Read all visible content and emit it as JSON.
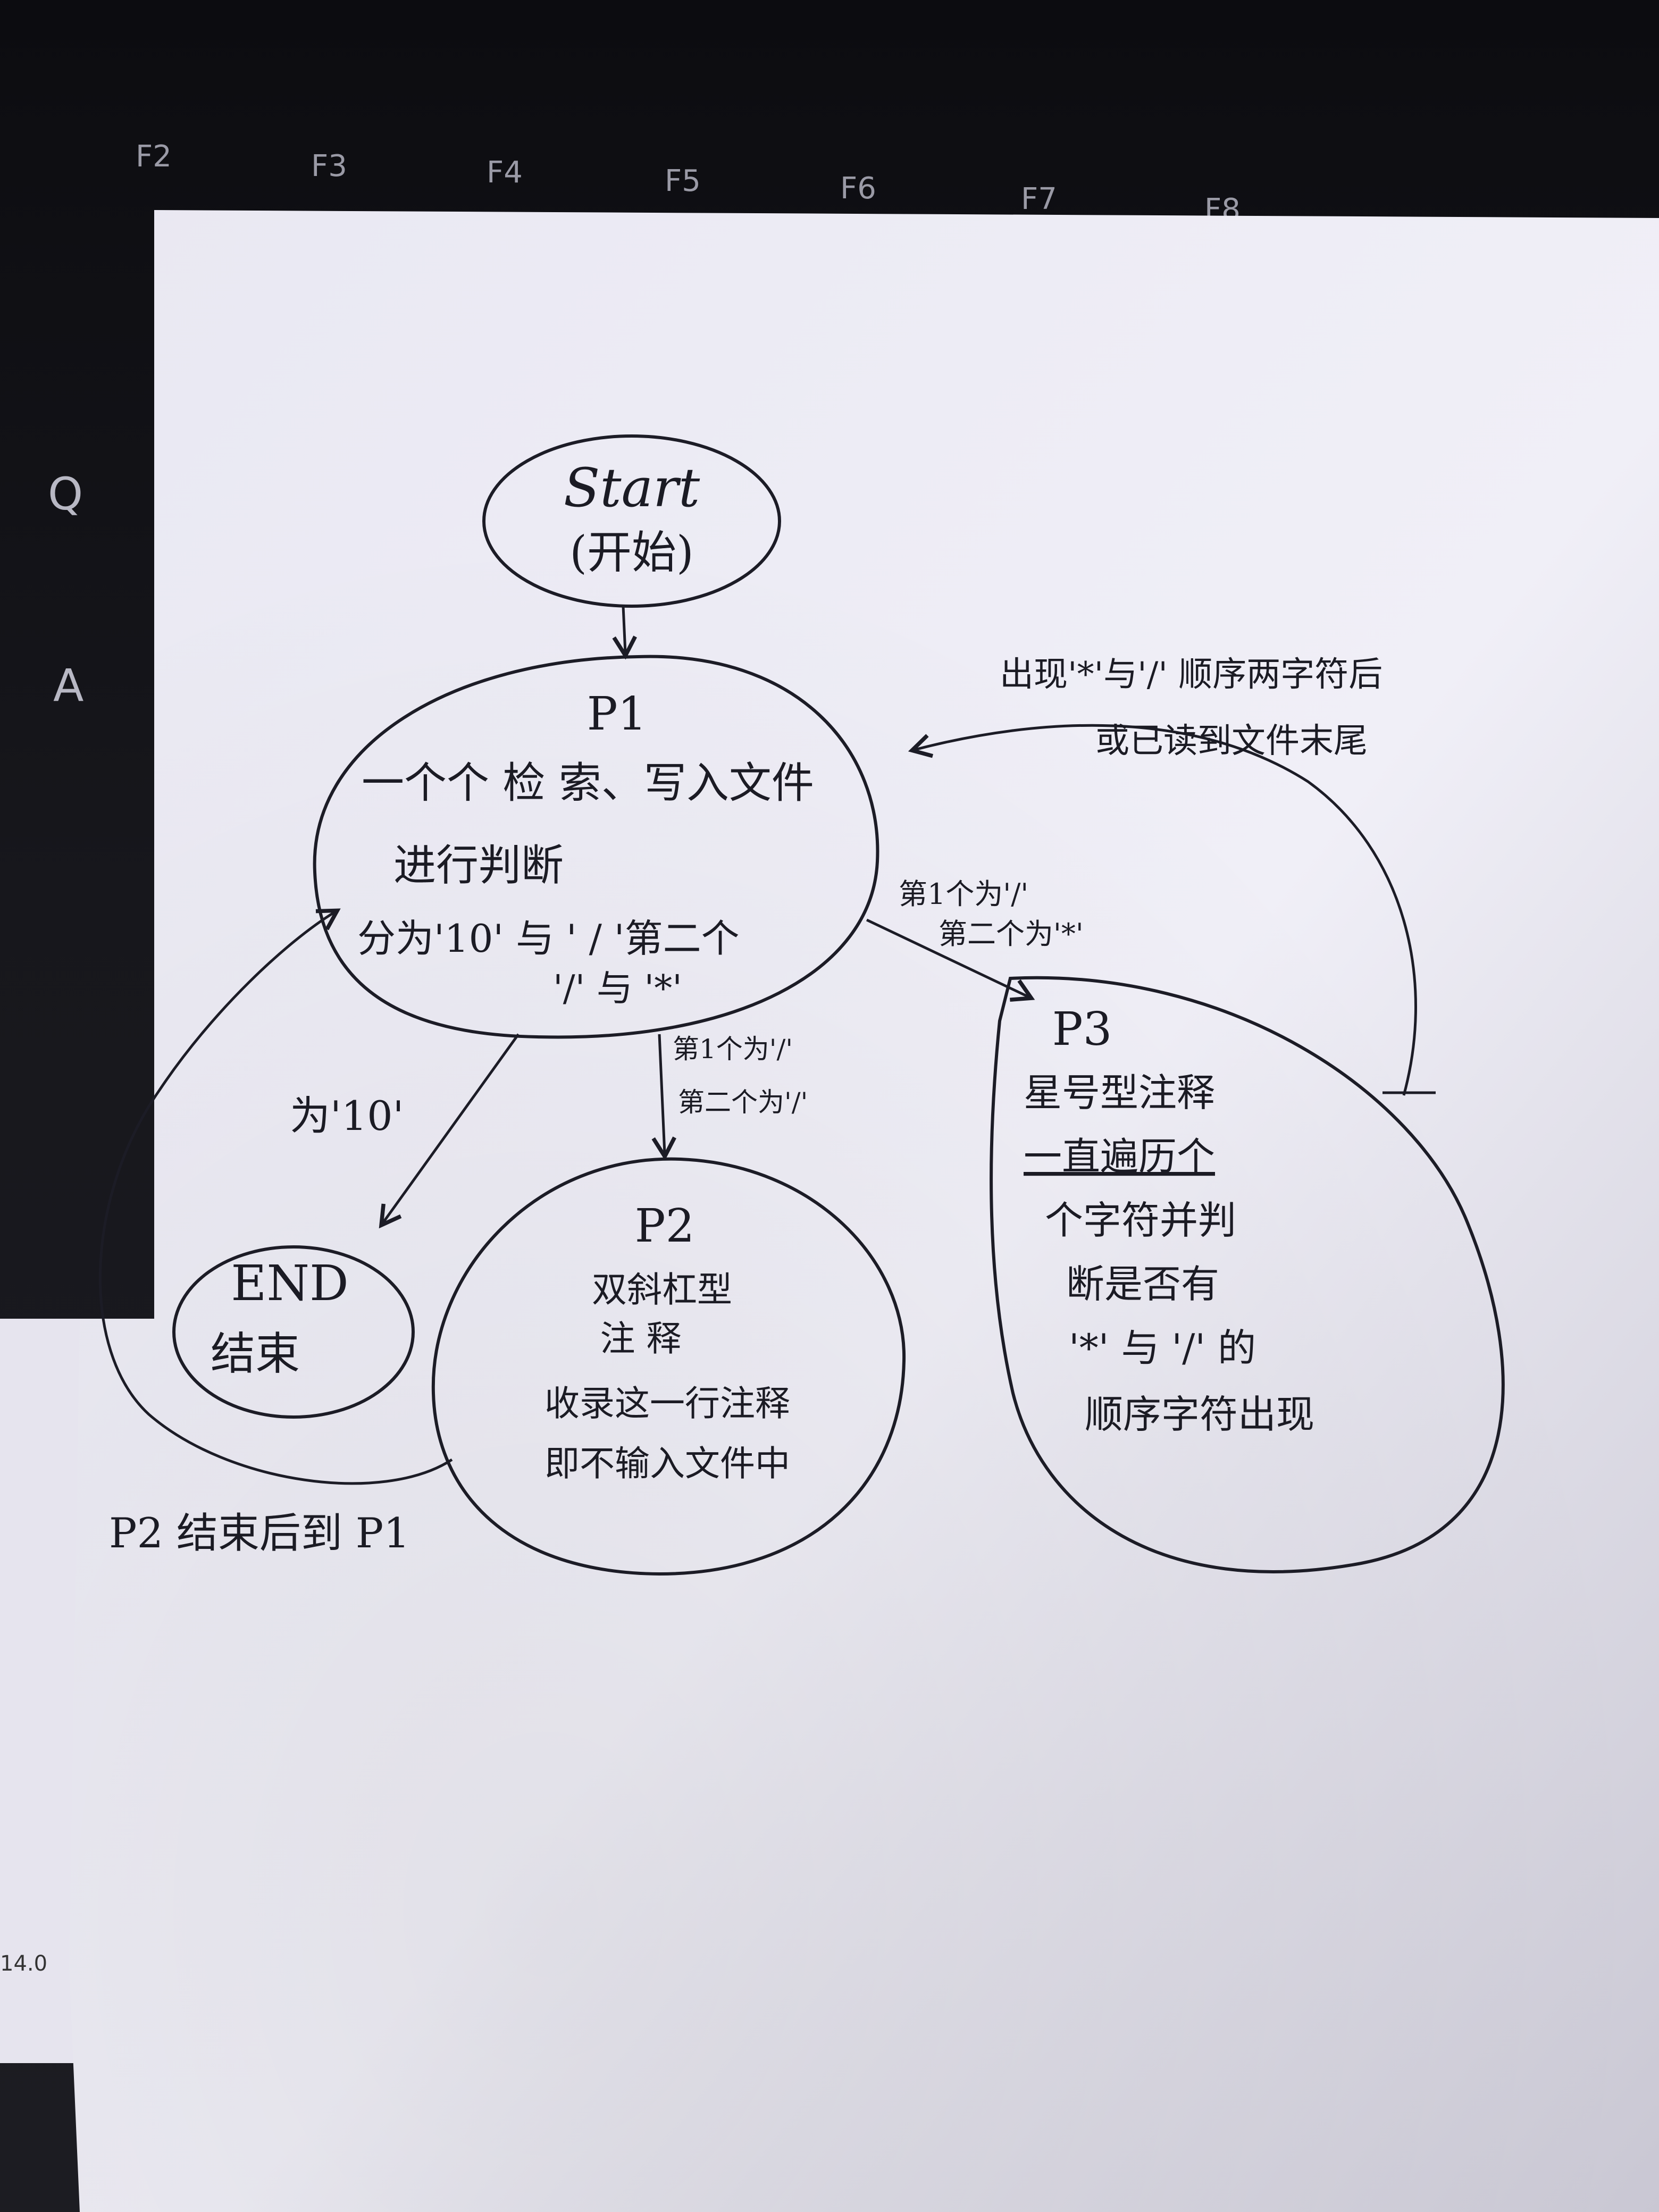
{
  "keyboard": {
    "fkeys": [
      "F2",
      "F3",
      "F4",
      "F5",
      "F6",
      "F7",
      "F8"
    ],
    "side_keys": [
      "Q",
      "A"
    ],
    "side_sheet_value": "14.0"
  },
  "diagram": {
    "nodes": {
      "start": {
        "line1": "Start",
        "line2": "(开始)"
      },
      "p1": {
        "title": "P1",
        "lines": [
          "一个个 检 索、写入文件",
          "进行判断",
          "分为'10' 与 ' / '第二个",
          "'/' 与 '*'"
        ]
      },
      "p2": {
        "title": "P2",
        "lines": [
          "双斜杠型",
          "注 释",
          "收录这一行注释",
          "即不输入文件中"
        ]
      },
      "p3": {
        "title": "P3",
        "lines": [
          "星号型注释",
          "一直遍历个",
          "个字符并判",
          "断是否有",
          "'*' 与 '/' 的",
          "顺序字符出现"
        ]
      },
      "end": {
        "line1": "END",
        "line2": "结束"
      }
    },
    "edges": {
      "p1_to_p3": [
        "第1个为'/'",
        "第二个为'*'"
      ],
      "p1_to_p2": [
        "第1个为'/'",
        "第二个为'/'"
      ],
      "p1_to_end": "为'10'",
      "p3_to_p1": [
        "出现'*'与'/' 顺序两字符后",
        "或已读到文件末尾"
      ],
      "p2_to_p1": "P2 结束后到 P1"
    }
  },
  "colors": {
    "paper": "#ecebf4",
    "ink": "#1c1c26",
    "keyboard": "#141418"
  }
}
